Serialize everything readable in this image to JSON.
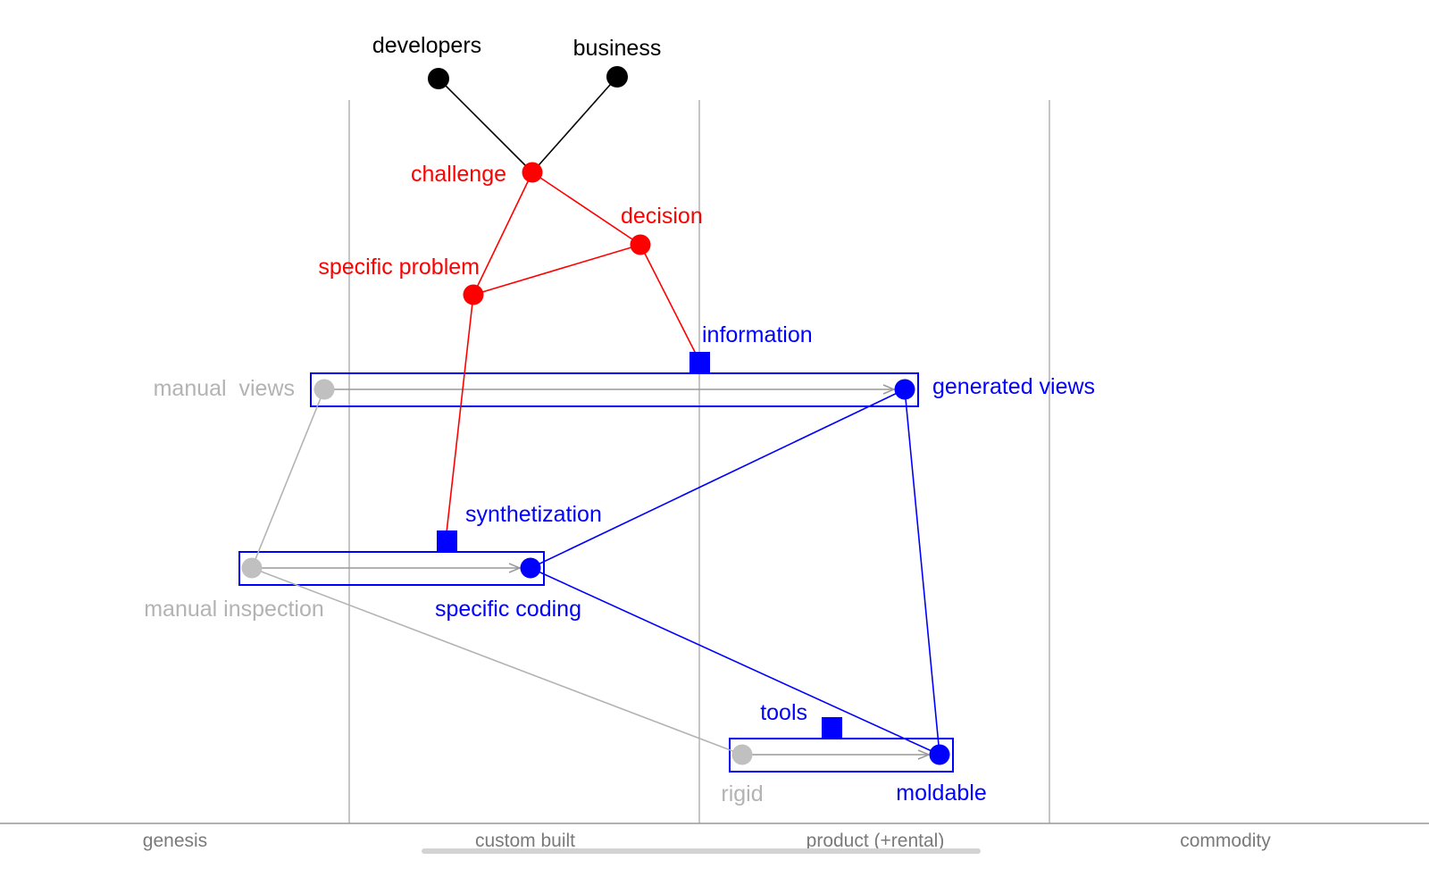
{
  "colors": {
    "user": "#000000",
    "need": "#ff0000",
    "component": "#0000ff",
    "inertia": "#b3b3b3",
    "axis": "#999999"
  },
  "map": {
    "users": [
      {
        "id": "developers",
        "label": "developers"
      },
      {
        "id": "business",
        "label": "business"
      }
    ],
    "needs": [
      {
        "id": "challenge",
        "label": "challenge"
      },
      {
        "id": "decision",
        "label": "decision"
      },
      {
        "id": "specific_problem",
        "label": "specific problem"
      }
    ],
    "capabilities": [
      {
        "id": "information",
        "label": "information"
      },
      {
        "id": "synthetization",
        "label": "synthetization"
      },
      {
        "id": "tools",
        "label": "tools"
      }
    ],
    "current_practices": [
      {
        "id": "manual_views",
        "label": "manual  views"
      },
      {
        "id": "manual_inspection",
        "label": "manual inspection"
      },
      {
        "id": "rigid",
        "label": "rigid"
      }
    ],
    "evolved_practices": [
      {
        "id": "generated_views",
        "label": "generated views"
      },
      {
        "id": "specific_coding",
        "label": "specific coding"
      },
      {
        "id": "moldable",
        "label": "moldable"
      }
    ],
    "links": [
      [
        "developers",
        "challenge"
      ],
      [
        "business",
        "challenge"
      ],
      [
        "challenge",
        "specific_problem"
      ],
      [
        "challenge",
        "decision"
      ],
      [
        "decision",
        "specific_problem"
      ],
      [
        "decision",
        "information"
      ],
      [
        "specific_problem",
        "synthetization"
      ],
      [
        "specific_coding",
        "generated_views"
      ],
      [
        "specific_coding",
        "moldable"
      ],
      [
        "generated_views",
        "moldable"
      ],
      [
        "manual_views",
        "manual_inspection"
      ],
      [
        "manual_inspection",
        "rigid"
      ]
    ],
    "evolutions": [
      [
        "manual_views",
        "generated_views"
      ],
      [
        "manual_inspection",
        "specific_coding"
      ],
      [
        "rigid",
        "moldable"
      ]
    ]
  },
  "axis": {
    "stages": [
      "genesis",
      "custom built",
      "product (+rental)",
      "commodity"
    ]
  }
}
